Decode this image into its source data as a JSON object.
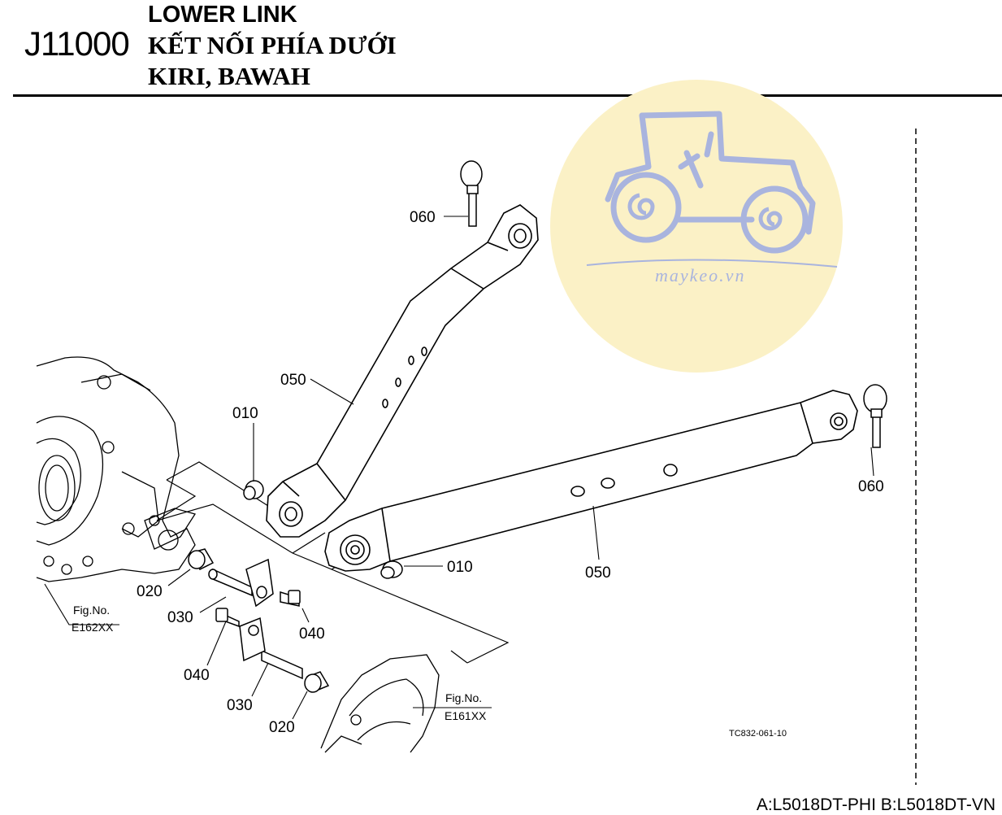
{
  "header": {
    "code": "J11000",
    "title_en": "LOWER LINK",
    "title_vn": "KẾT NỐI PHÍA DƯỚI",
    "title_my": "KIRI, BAWAH"
  },
  "callouts": {
    "c010a": "010",
    "c010b": "010",
    "c020a": "020",
    "c020b": "020",
    "c030a": "030",
    "c030b": "030",
    "c040a": "040",
    "c040b": "040",
    "c050a": "050",
    "c050b": "050",
    "c060a": "060",
    "c060b": "060"
  },
  "references": {
    "fig_a_label": "Fig.No.",
    "fig_a_code": "E162XX",
    "fig_b_label": "Fig.No.",
    "fig_b_code": "E161XX"
  },
  "drawing_code": "TC832-061-10",
  "watermark": {
    "text": "maykeo.vn",
    "circle_color": "#fbf1c6",
    "icon_color": "#a9b4de"
  },
  "footer": "A:L5018DT-PHI B:L5018DT-VN"
}
